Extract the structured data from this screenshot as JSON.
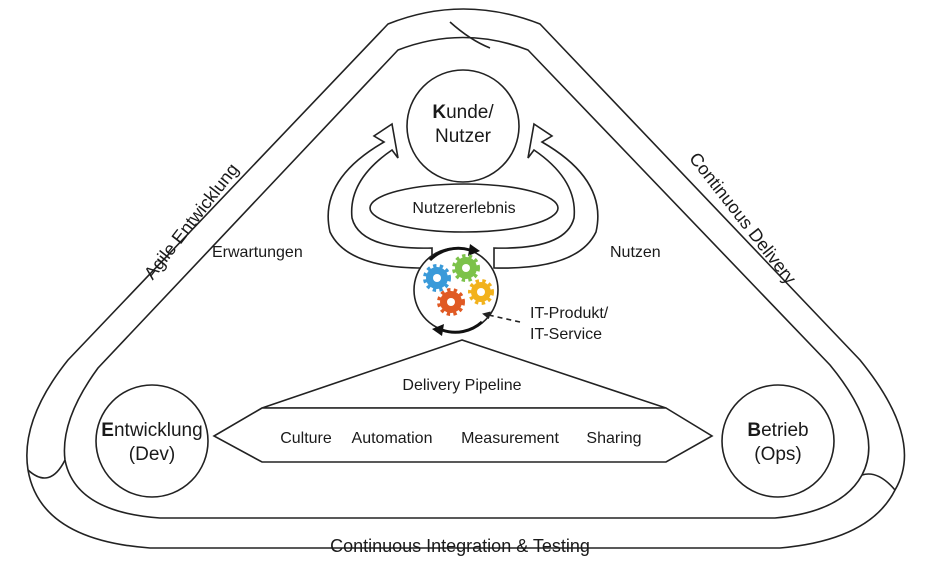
{
  "bands": {
    "left": "Agile Entwicklung",
    "right": "Continuous Delivery",
    "bottom": "Continuous Integration & Testing"
  },
  "nodes": {
    "customer": {
      "initial": "K",
      "rest_line1": "unde/",
      "line2": "Nutzer"
    },
    "dev": {
      "initial": "E",
      "rest_line1": "ntwicklung",
      "line2": "(Dev)"
    },
    "ops": {
      "initial": "B",
      "rest_line1": "etrieb",
      "line2": "(Ops)"
    }
  },
  "center": {
    "experience": "Nutzererlebnis",
    "expectations": "Erwartungen",
    "benefit": "Nutzen",
    "product_line1": "IT-Produkt/",
    "product_line2": "IT-Service"
  },
  "pipeline": {
    "title": "Delivery Pipeline",
    "items": [
      "Culture",
      "Automation",
      "Measurement",
      "Sharing"
    ]
  },
  "colors": {
    "gear_blue": "#3a9ad9",
    "gear_green": "#7cc24a",
    "gear_orange": "#e05a24",
    "gear_yellow": "#f2b21c",
    "outline": "#222222"
  },
  "icons": [
    "gears-icon",
    "cycle-arrows-icon"
  ]
}
